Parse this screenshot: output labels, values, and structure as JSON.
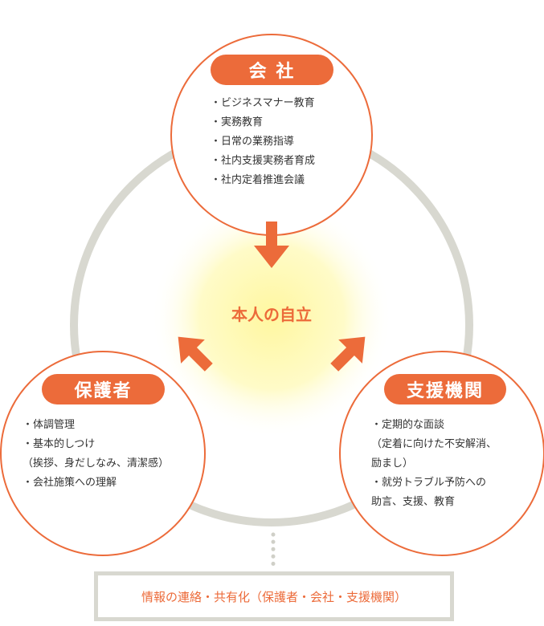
{
  "center_label": "本人の自立",
  "company": {
    "title": "会 社",
    "items": [
      "・ビジネスマナー教育",
      "・実務教育",
      "・日常の業務指導",
      "・社内支援実務者育成",
      "・社内定着推進会議"
    ]
  },
  "guardian": {
    "title": "保護者",
    "items": [
      "・体調管理",
      "・基本的しつけ",
      "（挨拶、身だしなみ、清潔感）",
      "・会社施策への理解"
    ]
  },
  "support": {
    "title": "支援機関",
    "items": [
      "・定期的な面談",
      "（定着に向けた不安解消、",
      "励まし）",
      "・就労トラブル予防への",
      "助言、支援、教育"
    ]
  },
  "footer": "情報の連絡・共有化（保護者・会社・支援機関）",
  "colors": {
    "accent": "#ec6b3a",
    "ring": "#d8d8d0",
    "glow": "#fff6a0"
  }
}
